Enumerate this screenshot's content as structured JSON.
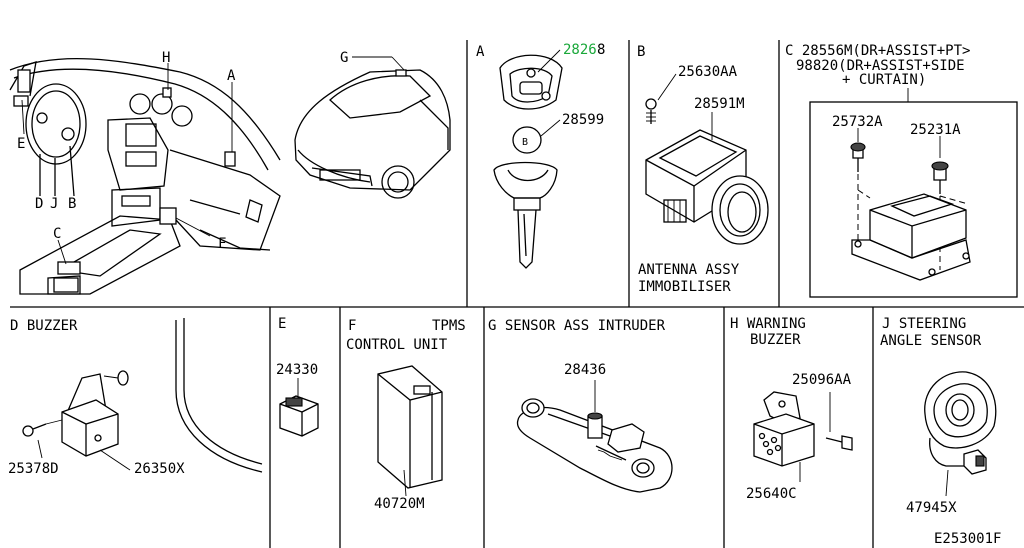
{
  "overview": {
    "callouts": {
      "h": "H",
      "g": "G",
      "a": "A",
      "e": "E",
      "d": "D",
      "j": "J",
      "b": "B",
      "c": "C",
      "f": "F"
    }
  },
  "panel_a": {
    "letter": "A",
    "part_highlight": "2826",
    "part_suffix": "8",
    "part_2": "28599",
    "chip_letter": "B"
  },
  "panel_b": {
    "letter": "B",
    "part_1": "25630AA",
    "part_2": "28591M",
    "caption_1": "ANTENNA ASSY",
    "caption_2": "IMMOBILISER"
  },
  "panel_c": {
    "header_1": "C 28556M(DR+ASSIST+PT>",
    "header_2": "98820(DR+ASSIST+SIDE",
    "header_3": "+ CURTAIN)",
    "part_1": "25732A",
    "part_2": "25231A"
  },
  "panel_d": {
    "title": "D  BUZZER",
    "part_1": "25378D",
    "part_2": "26350X"
  },
  "panel_e": {
    "letter": "E",
    "part_1": "24330"
  },
  "panel_f": {
    "letter": "F",
    "title_1": "TPMS",
    "title_2": "CONTROL UNIT",
    "part_1": "40720M"
  },
  "panel_g": {
    "title": "G SENSOR ASS INTRUDER",
    "part_1": "28436"
  },
  "panel_h": {
    "title_1": "H  WARNING",
    "title_2": "BUZZER",
    "part_1": "25096AA",
    "part_2": "25640C"
  },
  "panel_j": {
    "title_1": "J     STEERING",
    "title_2": "ANGLE SENSOR",
    "part_1": "47945X"
  },
  "footer": {
    "diagram_code": "E253001F"
  }
}
